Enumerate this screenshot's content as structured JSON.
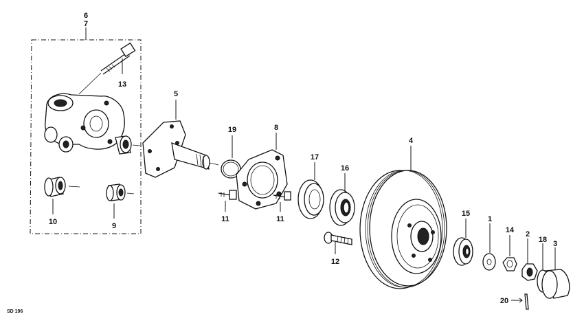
{
  "diagram": {
    "labels": {
      "p1": "1",
      "p2": "2",
      "p3": "3",
      "p4": "4",
      "p5": "5",
      "p6": "6",
      "p7": "7",
      "p8": "8",
      "p9": "9",
      "p10": "10",
      "p11a": "11",
      "p11b": "11",
      "p12": "12",
      "p13": "13",
      "p14": "14",
      "p15": "15",
      "p16": "16",
      "p17": "17",
      "p18": "18",
      "p19": "19",
      "p20": "20"
    },
    "code": "SD 196"
  }
}
